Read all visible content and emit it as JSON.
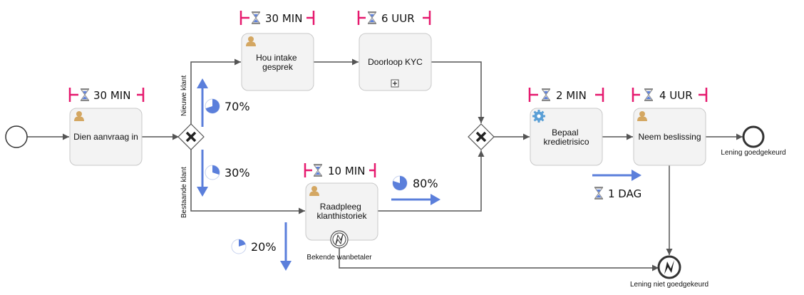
{
  "colors": {
    "duration_marker": "#e6196e",
    "frequency_arrow": "#5b7fdb",
    "task_fill": "#f3f3f3",
    "flow_line": "#555555"
  },
  "tasks": {
    "dien_aanvraag": {
      "label_lines": [
        "Dien aanvraag in"
      ],
      "icon": "user-icon",
      "duration": "30 MIN"
    },
    "hou_intake": {
      "label_lines": [
        "Hou intake",
        "gesprek"
      ],
      "icon": "user-icon",
      "duration": "30 MIN"
    },
    "doorloop_kyc": {
      "label_lines": [
        "Doorloop KYC"
      ],
      "icon": "subprocess-marker-icon",
      "duration": "6 UUR"
    },
    "raadpleeg": {
      "label_lines": [
        "Raadpleeg",
        "klanthistoriek"
      ],
      "icon": "user-icon",
      "duration": "10 MIN"
    },
    "bepaal": {
      "label_lines": [
        "Bepaal",
        "kredietrisico"
      ],
      "icon": "gear-icon",
      "duration": "2 MIN"
    },
    "neem_beslissing": {
      "label_lines": [
        "Neem beslissing"
      ],
      "icon": "user-icon",
      "duration": "4 UUR"
    }
  },
  "flows": {
    "nieuwe_klant": "Nieuwe klant",
    "bestaande_klant": "Bestaande klant"
  },
  "events": {
    "end_approved": "Lening goedgekeurd",
    "end_rejected": "Lening niet goedgekeurd",
    "boundary_error": "Bekende wanbetaler"
  },
  "probabilities": {
    "nieuwe": {
      "label": "70%",
      "value": 0.7
    },
    "bestaande": {
      "label": "30%",
      "value": 0.3
    },
    "raadpleeg_out": {
      "label": "80%",
      "value": 0.8
    },
    "wanbetaler": {
      "label": "20%",
      "value": 0.2
    }
  },
  "waiting": {
    "label": "1 DAG"
  }
}
